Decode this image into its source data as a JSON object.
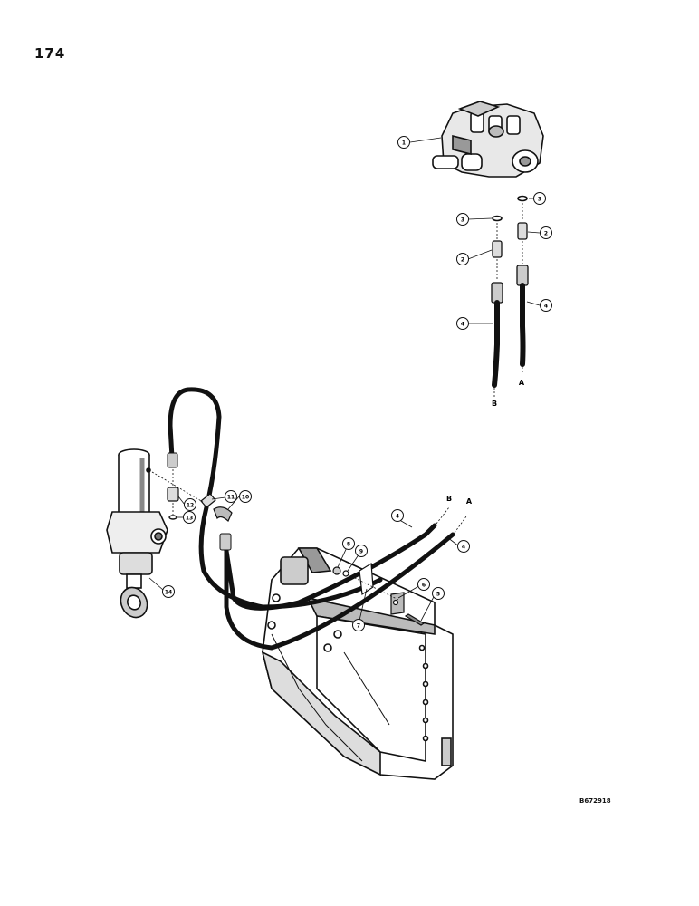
{
  "page": {
    "number": "174",
    "figure_code": "B672918"
  },
  "callouts": [
    {
      "id": "c1",
      "label": "1"
    },
    {
      "id": "c3a",
      "label": "3"
    },
    {
      "id": "c3b",
      "label": "3"
    },
    {
      "id": "c2a",
      "label": "2"
    },
    {
      "id": "c2b",
      "label": "2"
    },
    {
      "id": "c4a",
      "label": "4"
    },
    {
      "id": "c4b",
      "label": "4"
    },
    {
      "id": "c4c",
      "label": "4"
    },
    {
      "id": "c4d",
      "label": "4"
    },
    {
      "id": "c11",
      "label": "11"
    },
    {
      "id": "c10",
      "label": "10"
    },
    {
      "id": "c12",
      "label": "12"
    },
    {
      "id": "c13",
      "label": "13"
    },
    {
      "id": "c14",
      "label": "14"
    },
    {
      "id": "c8",
      "label": "8"
    },
    {
      "id": "c9",
      "label": "9"
    },
    {
      "id": "c6",
      "label": "6"
    },
    {
      "id": "c5",
      "label": "5"
    },
    {
      "id": "c7",
      "label": "7"
    }
  ],
  "hose_letters": {
    "a_top": "A",
    "b_top": "B",
    "a_mid": "A",
    "b_mid": "B"
  }
}
